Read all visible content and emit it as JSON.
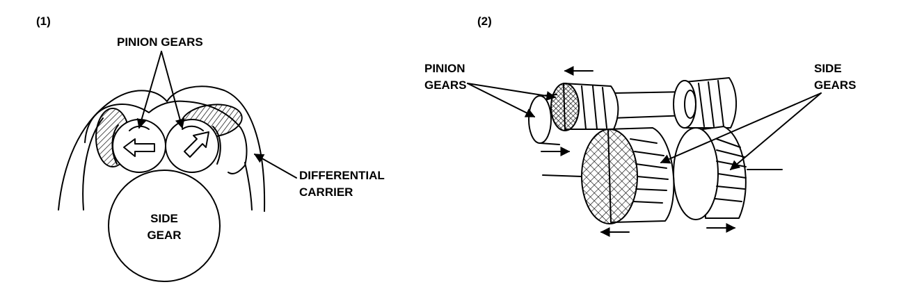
{
  "figure1": {
    "panel_label": "(1)",
    "pinion_gears_label": "PINION GEARS",
    "carrier_label_line1": "DIFFERENTIAL",
    "carrier_label_line2": "CARRIER",
    "side_gear_label_line1": "SIDE",
    "side_gear_label_line2": "GEAR"
  },
  "figure2": {
    "panel_label": "(2)",
    "pinion_gears_label_line1": "PINION",
    "pinion_gears_label_line2": "GEARS",
    "side_gears_label_line1": "SIDE",
    "side_gears_label_line2": "GEARS"
  },
  "colors": {
    "ink": "#000000",
    "background": "#ffffff"
  }
}
